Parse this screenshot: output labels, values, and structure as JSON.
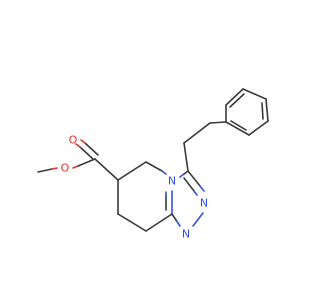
{
  "molecule": {
    "atoms": {
      "ether_oxygen": {
        "symbol": "O",
        "color": "#e8322a"
      },
      "carbonyl_oxygen": {
        "symbol": "O",
        "color": "#e8322a"
      },
      "ring_nitrogen": {
        "symbol": "N",
        "color": "#3050e8"
      },
      "triazole_nitrogen_1": {
        "symbol": "N",
        "color": "#3050e8"
      },
      "triazole_nitrogen_2": {
        "symbol": "N",
        "color": "#3050e8"
      }
    }
  },
  "colors": {
    "bond": "#3a3a3a",
    "oxygen": "#e8322a",
    "nitrogen": "#3050e8",
    "background": "#ffffff"
  }
}
